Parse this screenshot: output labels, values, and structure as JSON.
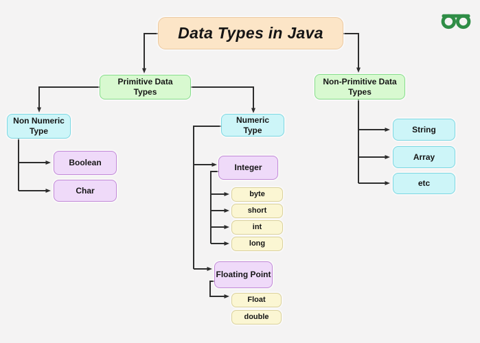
{
  "palette": {
    "background": "#f4f3f3",
    "line": "#2d2d2d",
    "title_fill": "#fce5c7",
    "title_border": "#ecc9a0",
    "green_fill": "#d8f9d0",
    "green_border": "#86dd8b",
    "cyan_fill": "#cdf5f8",
    "cyan_border": "#7cd8e3",
    "purple_fill": "#efdaf9",
    "purple_border": "#c289d8",
    "yellow_fill": "#fbf6d3",
    "yellow_border": "#dbd29c",
    "logo_green": "#2f8d46"
  },
  "logo": {
    "name": "GeeksforGeeks logo"
  },
  "diagram": {
    "title": "Data Types in Java",
    "nodes": {
      "title": {
        "label": "Data Types in Java"
      },
      "primitive": {
        "label": "Primitive Data\nTypes"
      },
      "non_primitive": {
        "label": "Non-Primitive Data\nTypes"
      },
      "non_numeric": {
        "label": "Non Numeric\nType"
      },
      "numeric": {
        "label": "Numeric\nType"
      },
      "boolean": {
        "label": "Boolean"
      },
      "char": {
        "label": "Char"
      },
      "integer": {
        "label": "Integer"
      },
      "byte": {
        "label": "byte"
      },
      "short": {
        "label": "short"
      },
      "int": {
        "label": "int"
      },
      "long": {
        "label": "long"
      },
      "floating_point": {
        "label": "Floating Point"
      },
      "float": {
        "label": "Float"
      },
      "double": {
        "label": "double"
      },
      "string": {
        "label": "String"
      },
      "array": {
        "label": "Array"
      },
      "etc": {
        "label": "etc"
      }
    },
    "edges": [
      {
        "from": "Data Types in Java",
        "to": "Primitive Data Types"
      },
      {
        "from": "Data Types in Java",
        "to": "Non-Primitive Data Types"
      },
      {
        "from": "Primitive Data Types",
        "to": "Non Numeric Type"
      },
      {
        "from": "Primitive Data Types",
        "to": "Numeric Type"
      },
      {
        "from": "Non Numeric Type",
        "to": "Boolean"
      },
      {
        "from": "Non Numeric Type",
        "to": "Char"
      },
      {
        "from": "Numeric Type",
        "to": "Integer"
      },
      {
        "from": "Numeric Type",
        "to": "Floating Point"
      },
      {
        "from": "Integer",
        "to": "byte"
      },
      {
        "from": "Integer",
        "to": "short"
      },
      {
        "from": "Integer",
        "to": "int"
      },
      {
        "from": "Integer",
        "to": "long"
      },
      {
        "from": "Floating Point",
        "to": "Float"
      },
      {
        "from": "Floating Point",
        "to": "double"
      },
      {
        "from": "Non-Primitive Data Types",
        "to": "String"
      },
      {
        "from": "Non-Primitive Data Types",
        "to": "Array"
      },
      {
        "from": "Non-Primitive Data Types",
        "to": "etc"
      }
    ]
  }
}
